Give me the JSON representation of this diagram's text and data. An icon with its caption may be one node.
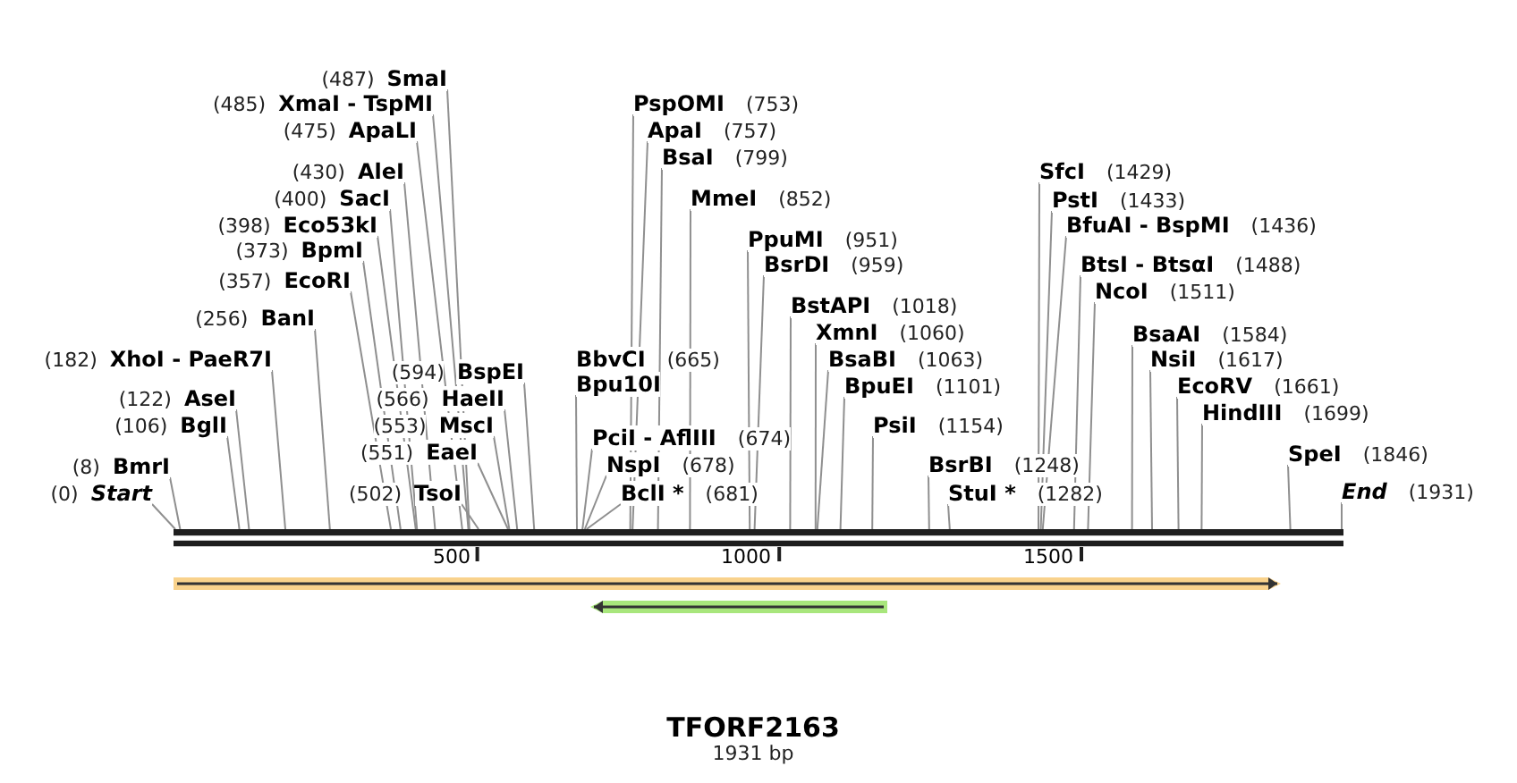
{
  "diagram": {
    "title": "TFORF2163",
    "caption": "1931 bp",
    "nodes": [
      {
        "text": [
          "(487)",
          "SmaI"
        ]
      },
      {
        "text": [
          "(485)",
          "XmaI - TspMI"
        ]
      },
      {
        "text": [
          "(475)",
          "ApaLI"
        ]
      },
      {
        "text": [
          "(430)",
          "AleI"
        ]
      },
      {
        "text": [
          "(400)",
          "SacI"
        ]
      },
      {
        "text": [
          "(398)",
          "Eco53kI"
        ]
      },
      {
        "text": [
          "(373)",
          "BpmI"
        ]
      },
      {
        "text": [
          "(357)",
          "EcoRI"
        ]
      },
      {
        "text": [
          "(256)",
          "BanI"
        ]
      },
      {
        "text": [
          "(182)",
          "XhoI - PaeR7I"
        ]
      },
      {
        "text": [
          "(594)",
          "BspEI"
        ]
      },
      {
        "text": [
          "(122)",
          "AseI"
        ]
      },
      {
        "text": [
          "(566)",
          "HaeII"
        ]
      },
      {
        "text": [
          "(106)",
          "BglI"
        ]
      },
      {
        "text": [
          "(553)",
          "MscI"
        ]
      },
      {
        "text": [
          "(551)",
          "EaeI"
        ]
      },
      {
        "text": [
          "(8)",
          "BmrI"
        ]
      },
      {
        "text": [
          "(0)",
          "Start"
        ]
      },
      {
        "text": [
          "(502)",
          "TsoI"
        ]
      },
      {
        "text": [
          "PspOMI",
          "(753)"
        ]
      },
      {
        "text": [
          "ApaI",
          "(757)"
        ]
      },
      {
        "text": [
          "BsaI",
          "(799)"
        ]
      },
      {
        "text": [
          "MmeI",
          "(852)"
        ]
      },
      {
        "text": [
          "PpuMI",
          "(951)"
        ]
      },
      {
        "text": [
          "BsrDI",
          "(959)"
        ]
      },
      {
        "text": [
          "BstAPI",
          "(1018)"
        ]
      },
      {
        "text": [
          "XmnI",
          "(1060)"
        ]
      },
      {
        "text": [
          "BbvCI",
          "(665)",
          "Bpu10I"
        ]
      },
      {
        "text": [
          "BsaBI",
          "(1063)"
        ]
      },
      {
        "text": [
          "BpuEI",
          "(1101)"
        ]
      },
      {
        "text": [
          "PsiI",
          "(1154)"
        ]
      },
      {
        "text": [
          "PciI - AflIII",
          "(674)"
        ]
      },
      {
        "text": [
          "NspI",
          "(678)"
        ]
      },
      {
        "text": [
          "BsrBI",
          "(1248)"
        ]
      },
      {
        "text": [
          "BclI *",
          "(681)"
        ]
      },
      {
        "text": [
          "StuI *",
          "(1282)"
        ]
      },
      {
        "text": [
          "SfcI",
          "(1429)"
        ]
      },
      {
        "text": [
          "PstI",
          "(1433)"
        ]
      },
      {
        "text": [
          "BfuAI - BspMI",
          "(1436)"
        ]
      },
      {
        "text": [
          "BtsI - BtsαI",
          "(1488)"
        ]
      },
      {
        "text": [
          "NcoI",
          "(1511)"
        ]
      },
      {
        "text": [
          "BsaAI",
          "(1584)"
        ]
      },
      {
        "text": [
          "NsiI",
          "(1617)"
        ]
      },
      {
        "text": [
          "EcoRV",
          "(1661)"
        ]
      },
      {
        "text": [
          "HindIII",
          "(1699)"
        ]
      },
      {
        "text": [
          "SpeI",
          "(1846)"
        ]
      },
      {
        "text": [
          "End",
          "(1931)"
        ]
      },
      {
        "text": [],
        "shape": "bar"
      },
      {
        "text": [],
        "shape": "arrow"
      },
      {
        "text": [],
        "shape": "arrow"
      }
    ],
    "edges": [
      {
        "from": 0,
        "to": 47,
        "arrow": "none"
      },
      {
        "from": 1,
        "to": 47,
        "arrow": "none"
      },
      {
        "from": 2,
        "to": 47,
        "arrow": "none"
      },
      {
        "from": 3,
        "to": 47,
        "arrow": "none"
      },
      {
        "from": 4,
        "to": 47,
        "arrow": "none"
      },
      {
        "from": 5,
        "to": 47,
        "arrow": "none"
      },
      {
        "from": 6,
        "to": 47,
        "arrow": "none"
      },
      {
        "from": 7,
        "to": 47,
        "arrow": "none"
      },
      {
        "from": 8,
        "to": 47,
        "arrow": "none"
      },
      {
        "from": 9,
        "to": 47,
        "arrow": "none"
      },
      {
        "from": 10,
        "to": 47,
        "arrow": "none"
      },
      {
        "from": 11,
        "to": 47,
        "arrow": "none"
      },
      {
        "from": 12,
        "to": 47,
        "arrow": "none"
      },
      {
        "from": 13,
        "to": 47,
        "arrow": "none"
      },
      {
        "from": 14,
        "to": 47,
        "arrow": "none"
      },
      {
        "from": 15,
        "to": 47,
        "arrow": "none"
      },
      {
        "from": 16,
        "to": 47,
        "arrow": "none"
      },
      {
        "from": 17,
        "to": 47,
        "arrow": "none"
      },
      {
        "from": 18,
        "to": 47,
        "arrow": "none"
      },
      {
        "from": 19,
        "to": 47,
        "arrow": "none"
      },
      {
        "from": 20,
        "to": 47,
        "arrow": "none"
      },
      {
        "from": 21,
        "to": 47,
        "arrow": "none"
      },
      {
        "from": 22,
        "to": 47,
        "arrow": "none"
      },
      {
        "from": 23,
        "to": 47,
        "arrow": "none"
      },
      {
        "from": 24,
        "to": 47,
        "arrow": "none"
      },
      {
        "from": 25,
        "to": 47,
        "arrow": "none"
      },
      {
        "from": 26,
        "to": 47,
        "arrow": "none"
      },
      {
        "from": 27,
        "to": 47,
        "arrow": "none"
      },
      {
        "from": 28,
        "to": 47,
        "arrow": "none"
      },
      {
        "from": 29,
        "to": 47,
        "arrow": "none"
      },
      {
        "from": 30,
        "to": 47,
        "arrow": "none"
      },
      {
        "from": 31,
        "to": 47,
        "arrow": "none"
      },
      {
        "from": 32,
        "to": 47,
        "arrow": "none"
      },
      {
        "from": 33,
        "to": 47,
        "arrow": "none"
      },
      {
        "from": 34,
        "to": 47,
        "arrow": "none"
      },
      {
        "from": 35,
        "to": 47,
        "arrow": "none"
      },
      {
        "from": 36,
        "to": 47,
        "arrow": "none"
      },
      {
        "from": 37,
        "to": 47,
        "arrow": "none"
      },
      {
        "from": 38,
        "to": 47,
        "arrow": "none"
      },
      {
        "from": 39,
        "to": 47,
        "arrow": "none"
      },
      {
        "from": 40,
        "to": 47,
        "arrow": "none"
      },
      {
        "from": 41,
        "to": 47,
        "arrow": "none"
      },
      {
        "from": 42,
        "to": 47,
        "arrow": "none"
      },
      {
        "from": 43,
        "to": 47,
        "arrow": "none"
      },
      {
        "from": 44,
        "to": 47,
        "arrow": "none"
      },
      {
        "from": 45,
        "to": 47,
        "arrow": "none"
      },
      {
        "from": 46,
        "to": 47,
        "arrow": "none"
      }
    ],
    "labels": [
      "500",
      "1000",
      "1500"
    ]
  }
}
